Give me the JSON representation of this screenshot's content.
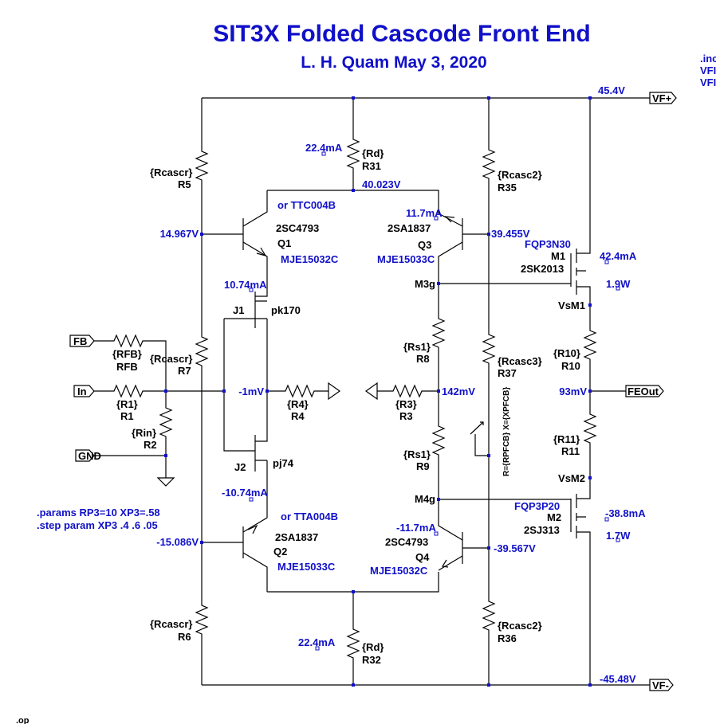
{
  "title": "SIT3X Folded Cascode Front End",
  "subtitle": "L. H. Quam   May 3, 2020",
  "directives_right": [
    ".inc",
    "VFI",
    "VFI"
  ],
  "directive_bottom": ".op",
  "params": [
    ".params RP3=10 XP3=.58",
    ".step param XP3 .4 .6 .05"
  ],
  "ports": {
    "vfp": "VF+",
    "vfm": "VF-",
    "fb": "FB",
    "in": "In",
    "gnd": "GND",
    "feout": "FEOut"
  },
  "voltages": {
    "top_rail": "45.4V",
    "bot_rail": "-45.48V",
    "drain_top": "40.023V",
    "q1_base": "14.967V",
    "q3_base": "39.455V",
    "q2_base": "-15.086V",
    "q4_base": "-39.567V",
    "mid_left": "-1mV",
    "mid_right": "142mV",
    "out": "93mV"
  },
  "currents": {
    "rd_top": "22.4mA",
    "rd_bot": "22.4mA",
    "q3": "11.7mA",
    "q4": "-11.7mA",
    "j1": "10.74mA",
    "j2": "-10.74mA",
    "m1": "42.4mA",
    "m2": "-38.8mA",
    "m1_power": "1.9W",
    "m2_power": "1.7W"
  },
  "resistors": {
    "r5": {
      "value": "{Rcascr}",
      "name": "R5"
    },
    "r6": {
      "value": "{Rcascr}",
      "name": "R6"
    },
    "r7": {
      "value": "{Rcascr}",
      "name": "R7"
    },
    "r31": {
      "value": "{Rd}",
      "name": "R31"
    },
    "r32": {
      "value": "{Rd}",
      "name": "R32"
    },
    "r35": {
      "value": "{Rcasc2}",
      "name": "R35"
    },
    "r36": {
      "value": "{Rcasc2}",
      "name": "R36"
    },
    "r37": {
      "value": "{Rcasc3}",
      "name": "R37"
    },
    "r8": {
      "value": "{Rs1}",
      "name": "R8"
    },
    "r9": {
      "value": "{Rs1}",
      "name": "R9"
    },
    "r10": {
      "value": "{R10}",
      "name": "R10"
    },
    "r11": {
      "value": "{R11}",
      "name": "R11"
    },
    "r4": {
      "value": "{R4}",
      "name": "R4"
    },
    "r3": {
      "value": "{R3}",
      "name": "R3"
    },
    "rfb": {
      "value": "{RFB}",
      "name": "RFB"
    },
    "r1": {
      "value": "{R1}",
      "name": "R1"
    },
    "r2": {
      "value": "{Rin}",
      "name": "R2"
    },
    "pot": "R={RPFCB} X={XPFCB}"
  },
  "transistors": {
    "q1": {
      "alt": "or TTC004B",
      "part": "2SC4793",
      "name": "Q1",
      "model": "MJE15032C"
    },
    "q3": {
      "part": "2SA1837",
      "name": "Q3",
      "model": "MJE15033C"
    },
    "q2": {
      "alt": "or TTA004B",
      "part": "2SA1837",
      "name": "Q2",
      "model": "MJE15033C"
    },
    "q4": {
      "part": "2SC4793",
      "name": "Q4",
      "model": "MJE15032C"
    },
    "j1": {
      "name": "J1",
      "part": "pk170"
    },
    "j2": {
      "name": "J2",
      "part": "pj74"
    },
    "m1": {
      "model": "FQP3N30",
      "name": "M1",
      "part": "2SK2013"
    },
    "m2": {
      "model": "FQP3P20",
      "name": "M2",
      "part": "2SJ313"
    }
  },
  "nodes": {
    "m3g": "M3g",
    "m4g": "M4g",
    "vsm1": "VsM1",
    "vsm2": "VsM2"
  }
}
